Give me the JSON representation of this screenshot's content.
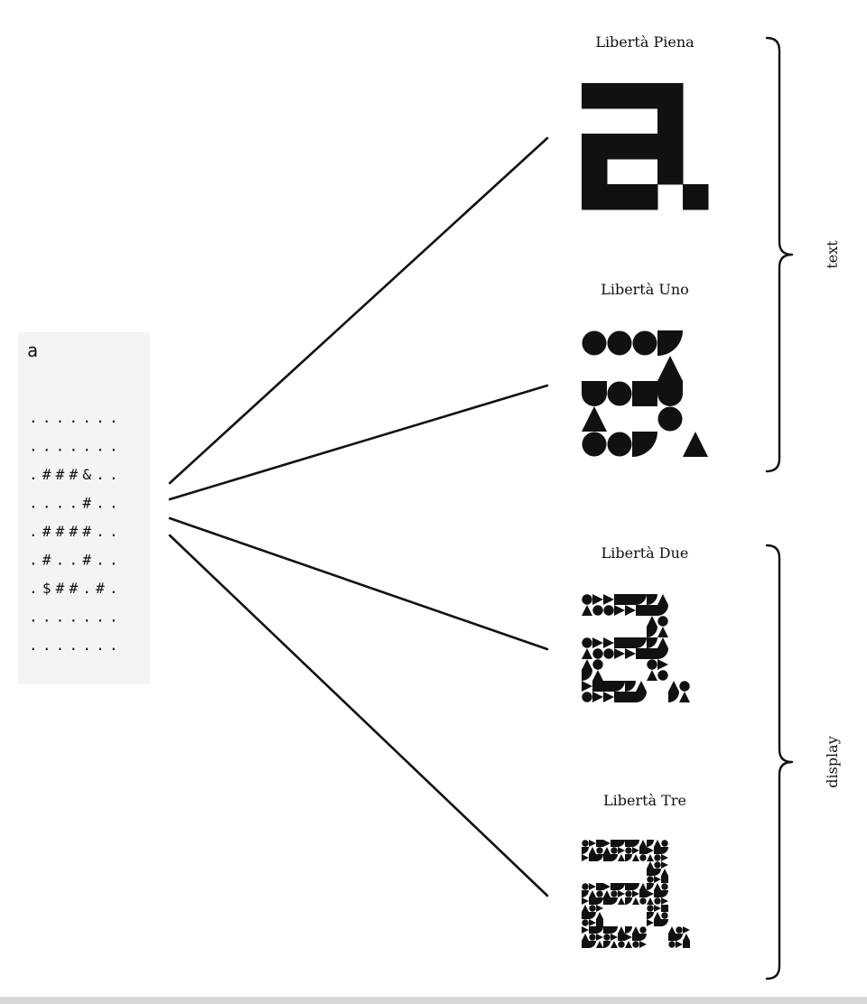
{
  "source": {
    "glyph": "a",
    "grid_rows": [
      ".......",
      ".......",
      ".###&..",
      "....#..",
      ".####..",
      ".#..#..",
      ".$##.#.",
      ".......",
      "......."
    ]
  },
  "variants": [
    {
      "name": "Libertà Piena",
      "style": "piena"
    },
    {
      "name": "Libertà Uno",
      "style": "uno"
    },
    {
      "name": "Libertà Due",
      "style": "due"
    },
    {
      "name": "Libertà Tre",
      "style": "tre"
    }
  ],
  "groups": [
    {
      "label": "text"
    },
    {
      "label": "display"
    }
  ],
  "colors": {
    "ink": "#111111",
    "card": "#f4f4f4",
    "strip": "#d8d8d8"
  }
}
